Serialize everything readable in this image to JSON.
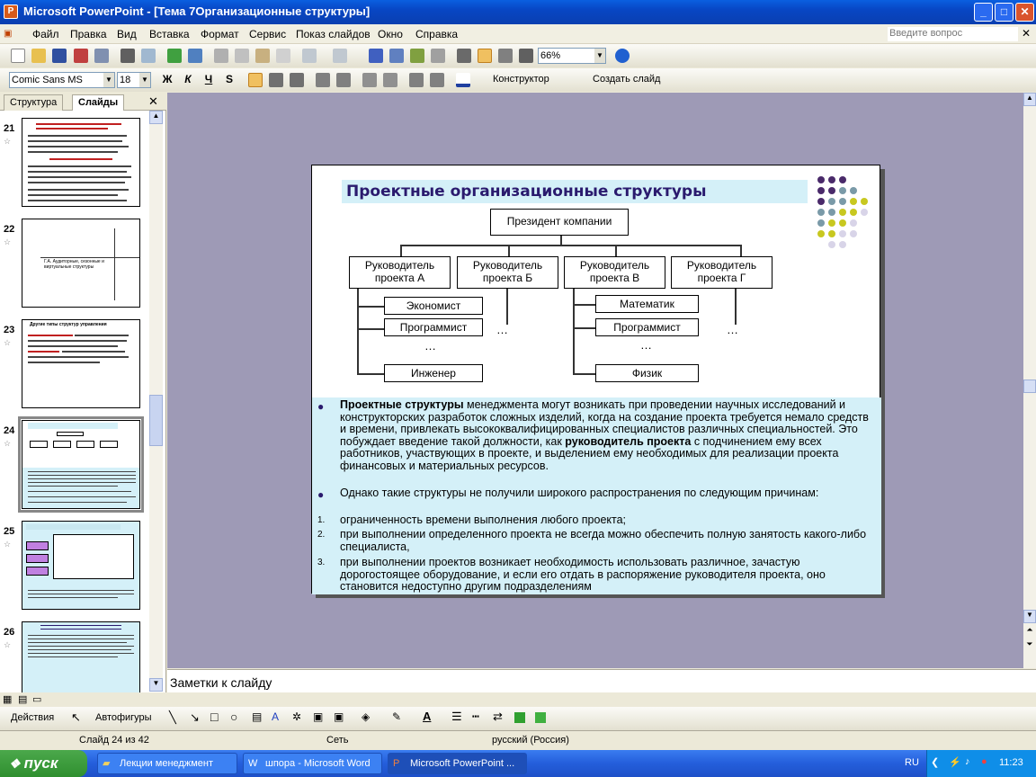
{
  "window": {
    "title": "Microsoft PowerPoint - [Тема 7Организационные структуры]"
  },
  "menu": {
    "items": [
      "Файл",
      "Правка",
      "Вид",
      "Вставка",
      "Формат",
      "Сервис",
      "Показ слайдов",
      "Окно",
      "Справка"
    ],
    "ask_placeholder": "Введите вопрос"
  },
  "toolbar": {
    "zoom": "66%"
  },
  "format_toolbar": {
    "font": "Comic Sans MS",
    "size": "18",
    "bold": "Ж",
    "italic": "К",
    "underline": "Ч",
    "shadow": "S",
    "designer": "Конструктор",
    "new_slide": "Создать слайд"
  },
  "panel": {
    "tab_outline": "Структура",
    "tab_slides": "Слайды"
  },
  "thumbnails": [
    {
      "num": "21"
    },
    {
      "num": "22",
      "text": "Г.А. Аудиторные, сезонные и виртуальные структуры"
    },
    {
      "num": "23",
      "text": "Другие типы структур управления"
    },
    {
      "num": "24"
    },
    {
      "num": "25"
    },
    {
      "num": "26"
    }
  ],
  "slide": {
    "title": "Проектные организационные структуры",
    "org": {
      "president": "Президент компании",
      "managers": [
        "Руководитель проекта А",
        "Руководитель проекта Б",
        "Руководитель проекта В",
        "Руководитель проекта Г"
      ],
      "left_staff": [
        "Экономист",
        "Программист",
        "Инженер"
      ],
      "right_staff": [
        "Математик",
        "Программист",
        "Физик"
      ],
      "ellipsis": "…"
    },
    "bullets": {
      "b1_bold": "Проектные структуры",
      "b1_text": " менеджмента могут возникать при проведении  научных исследований и конструкторских разработок сложных изделий, когда на создание проекта требуется немало средств и времени, привлекать высококвалифицированных специалистов различных специальностей. Это побуждает введение такой должности, как ",
      "b1_bold2": "руководитель проекта",
      "b1_text2": " с подчинением ему всех работников, участвующих в проекте, и выделением ему необходимых для реализации проекта финансовых и материальных ресурсов.",
      "b2": "Однако такие структуры не получили широкого распространения по следующим причинам:",
      "n1": "ограниченность времени выполнения любого проекта;",
      "n2": "при выполнении определенного проекта не всегда можно обеспечить полную занятость какого-либо специалиста,",
      "n3": "при выполнении проектов возникает необходимость использовать различное, зачастую дорогостоящее оборудование, и если его отдать в распоряжение руководителя проекта, оно становится недоступно другим подразделениям",
      "m1": "1.",
      "m2": "2.",
      "m3": "3."
    }
  },
  "notes": {
    "placeholder": "Заметки к слайду"
  },
  "drawing": {
    "actions": "Действия",
    "autoshapes": "Автофигуры"
  },
  "status": {
    "slide": "Слайд 24 из 42",
    "design": "Сеть",
    "lang": "русский (Россия)"
  },
  "taskbar": {
    "start": "пуск",
    "tasks": [
      "Лекции менеджмент",
      "шпора - Microsoft Word",
      "Microsoft PowerPoint ..."
    ],
    "lang": "RU",
    "time": "11:23"
  },
  "colors": {
    "title_bg": "#d4f0f8",
    "title_text": "#2a1a6e",
    "dot_purple": "#4a2a6a",
    "dot_teal": "#7a9aa8",
    "dot_yellow": "#c8c820",
    "dot_lilac": "#d8d4e8"
  }
}
